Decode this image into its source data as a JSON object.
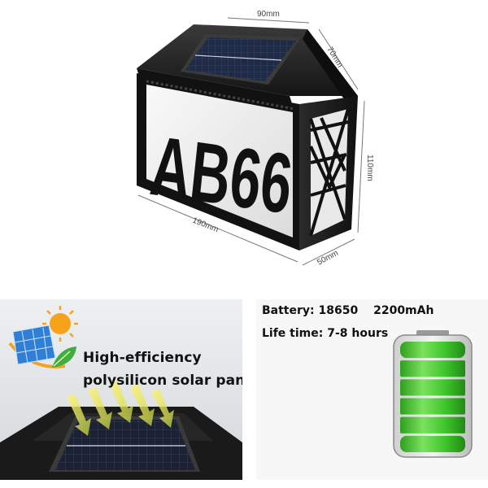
{
  "product": {
    "house_number": "AB66",
    "dimensions": {
      "top_width": "90mm",
      "top_depth": "70mm",
      "height": "110mm",
      "length": "190mm",
      "depth": "50mm"
    }
  },
  "solar_panel": {
    "headline_line1": "High-efficiency",
    "headline_line2": "polysilicon solar panel"
  },
  "battery_info": {
    "battery_label": "Battery: 18650",
    "battery_capacity": "2200mAh",
    "life_time": "Life time: 7-8 hours",
    "charge_level": 1.0
  },
  "colors": {
    "frame": "#1a1a1a",
    "light_panel": "#f4f4f4",
    "battery_green": "#3cc42a",
    "sun": "#f7a21b"
  }
}
